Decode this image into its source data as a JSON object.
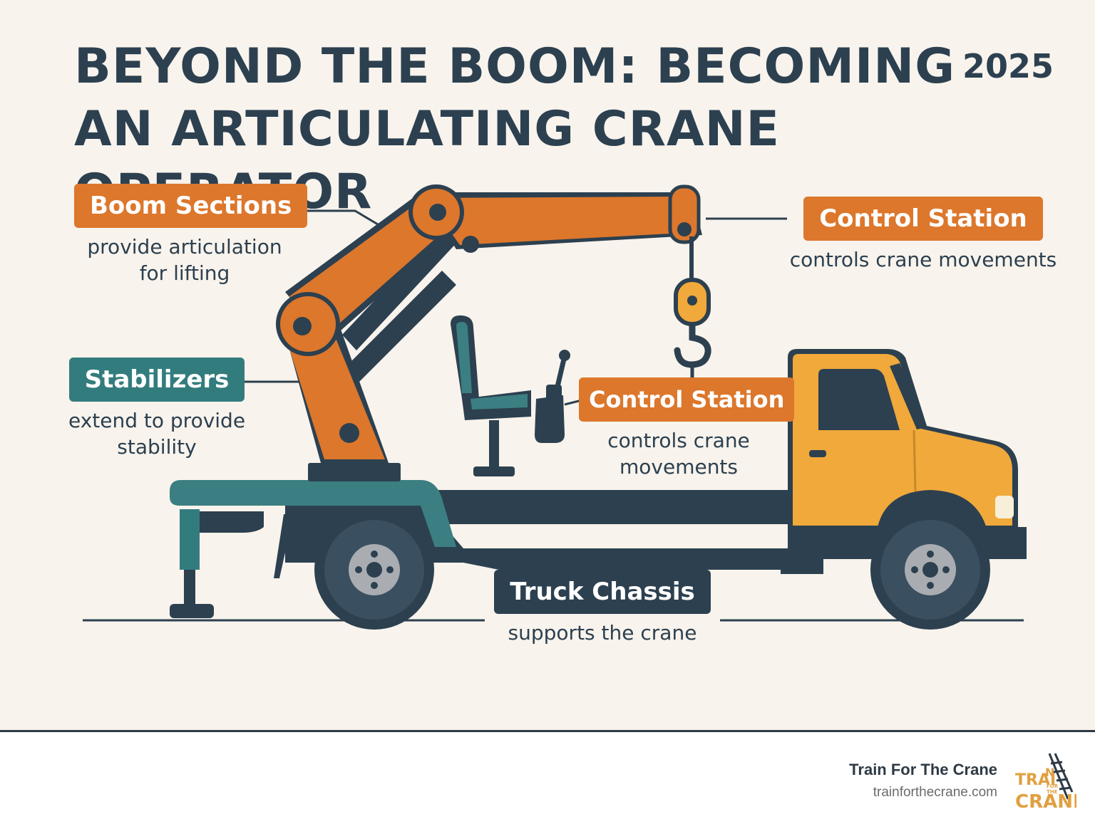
{
  "title": "BEYOND THE BOOM: BECOMING AN ARTICULATING CRANE OPERATOR",
  "year": "2025",
  "callouts": {
    "boom": {
      "label": "Boom Sections",
      "desc": "provide articulation for lifting"
    },
    "control_top": {
      "label": "Control Station",
      "desc": "controls crane movements"
    },
    "stabilizers": {
      "label": "Stabilizers",
      "desc": "extend to provide stability"
    },
    "control_mid": {
      "label": "Control Station",
      "desc": "controls crane movements"
    },
    "chassis": {
      "label": "Truck Chassis",
      "desc": "supports the crane"
    }
  },
  "footer": {
    "brand": "Train For The Crane",
    "url": "trainforthecrane.com",
    "logo_text": "TRAIN FOR THE CRANE"
  },
  "colors": {
    "background": "#f8f3ec",
    "navy": "#2c4050",
    "orange": "#dc772c",
    "teal": "#337c7e",
    "yellow": "#f0a93a"
  },
  "icons": [
    "articulating-crane-truck-illustration",
    "logo-mark"
  ]
}
